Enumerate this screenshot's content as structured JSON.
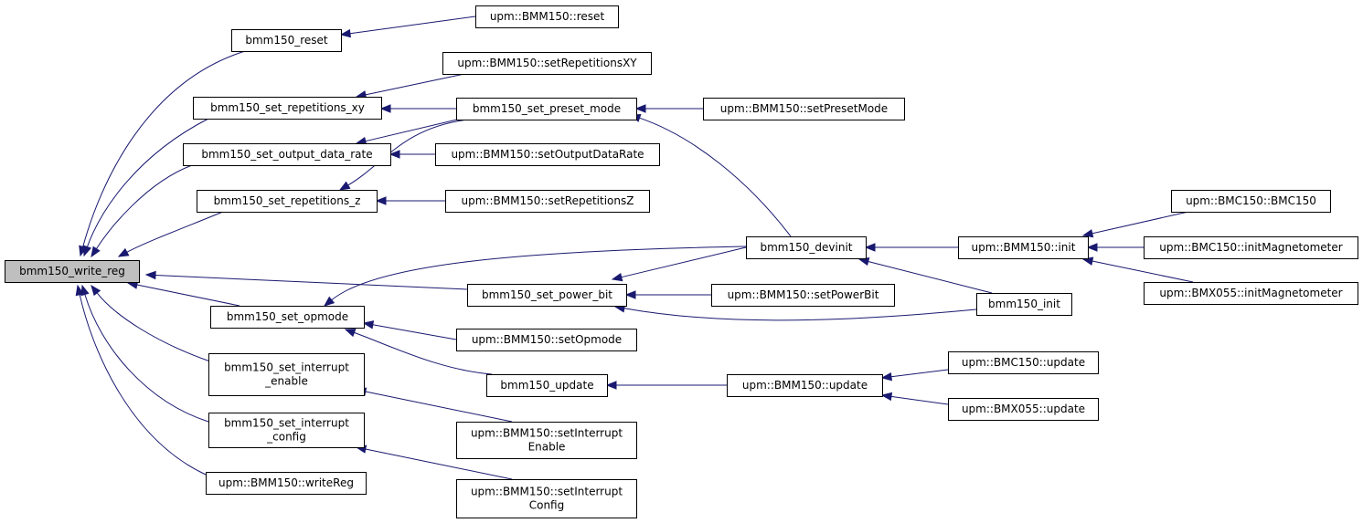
{
  "graph": {
    "title": "",
    "colors": {
      "edge": "#191970",
      "node_border": "#000000",
      "root_fill": "#bfbfbf",
      "node_fill": "#ffffff"
    },
    "nodes": [
      {
        "id": "write_reg",
        "lines": [
          "bmm150_write_reg"
        ],
        "root": true
      },
      {
        "id": "reset",
        "lines": [
          "bmm150_reset"
        ]
      },
      {
        "id": "upm_reset",
        "lines": [
          "upm::BMM150::reset"
        ]
      },
      {
        "id": "set_rep_xy",
        "lines": [
          "bmm150_set_repetitions_xy"
        ]
      },
      {
        "id": "upm_set_rep_xy",
        "lines": [
          "upm::BMM150::setRepetitionsXY"
        ]
      },
      {
        "id": "set_preset",
        "lines": [
          "bmm150_set_preset_mode"
        ]
      },
      {
        "id": "upm_set_preset",
        "lines": [
          "upm::BMM150::setPresetMode"
        ]
      },
      {
        "id": "set_odr",
        "lines": [
          "bmm150_set_output_data_rate"
        ]
      },
      {
        "id": "upm_set_odr",
        "lines": [
          "upm::BMM150::setOutputDataRate"
        ]
      },
      {
        "id": "set_rep_z",
        "lines": [
          "bmm150_set_repetitions_z"
        ]
      },
      {
        "id": "upm_set_rep_z",
        "lines": [
          "upm::BMM150::setRepetitionsZ"
        ]
      },
      {
        "id": "devinit",
        "lines": [
          "bmm150_devinit"
        ]
      },
      {
        "id": "upm_init",
        "lines": [
          "upm::BMM150::init"
        ]
      },
      {
        "id": "bmc_ctor",
        "lines": [
          "upm::BMC150::BMC150"
        ]
      },
      {
        "id": "bmc_initmag",
        "lines": [
          "upm::BMC150::initMagnetometer"
        ]
      },
      {
        "id": "bmx_initmag",
        "lines": [
          "upm::BMX055::initMagnetometer"
        ]
      },
      {
        "id": "set_power",
        "lines": [
          "bmm150_set_power_bit"
        ]
      },
      {
        "id": "upm_set_power",
        "lines": [
          "upm::BMM150::setPowerBit"
        ]
      },
      {
        "id": "init",
        "lines": [
          "bmm150_init"
        ]
      },
      {
        "id": "set_opmode",
        "lines": [
          "bmm150_set_opmode"
        ]
      },
      {
        "id": "upm_set_opmode",
        "lines": [
          "upm::BMM150::setOpmode"
        ]
      },
      {
        "id": "update",
        "lines": [
          "bmm150_update"
        ]
      },
      {
        "id": "upm_update",
        "lines": [
          "upm::BMM150::update"
        ]
      },
      {
        "id": "bmc_update",
        "lines": [
          "upm::BMC150::update"
        ]
      },
      {
        "id": "bmx_update",
        "lines": [
          "upm::BMX055::update"
        ]
      },
      {
        "id": "set_int_en",
        "lines": [
          "bmm150_set_interrupt",
          "_enable"
        ]
      },
      {
        "id": "upm_set_int_en",
        "lines": [
          "upm::BMM150::setInterrupt",
          "Enable"
        ]
      },
      {
        "id": "set_int_cfg",
        "lines": [
          "bmm150_set_interrupt",
          "_config"
        ]
      },
      {
        "id": "upm_set_int_cfg",
        "lines": [
          "upm::BMM150::setInterrupt",
          "Config"
        ]
      },
      {
        "id": "upm_writereg",
        "lines": [
          "upm::BMM150::writeReg"
        ]
      }
    ],
    "edges": [
      {
        "from": "reset",
        "to": "write_reg"
      },
      {
        "from": "set_rep_xy",
        "to": "write_reg"
      },
      {
        "from": "set_odr",
        "to": "write_reg"
      },
      {
        "from": "set_rep_z",
        "to": "write_reg"
      },
      {
        "from": "set_power",
        "to": "write_reg"
      },
      {
        "from": "set_opmode",
        "to": "write_reg"
      },
      {
        "from": "set_int_en",
        "to": "write_reg"
      },
      {
        "from": "set_int_cfg",
        "to": "write_reg"
      },
      {
        "from": "upm_writereg",
        "to": "write_reg"
      },
      {
        "from": "upm_reset",
        "to": "reset"
      },
      {
        "from": "upm_set_rep_xy",
        "to": "set_rep_xy"
      },
      {
        "from": "set_preset",
        "to": "set_rep_xy"
      },
      {
        "from": "set_preset",
        "to": "set_odr"
      },
      {
        "from": "set_preset",
        "to": "set_rep_z"
      },
      {
        "from": "upm_set_odr",
        "to": "set_odr"
      },
      {
        "from": "upm_set_rep_z",
        "to": "set_rep_z"
      },
      {
        "from": "upm_set_preset",
        "to": "set_preset"
      },
      {
        "from": "devinit",
        "to": "set_preset"
      },
      {
        "from": "devinit",
        "to": "set_power"
      },
      {
        "from": "devinit",
        "to": "set_opmode"
      },
      {
        "from": "upm_init",
        "to": "devinit"
      },
      {
        "from": "init",
        "to": "devinit"
      },
      {
        "from": "bmc_ctor",
        "to": "upm_init"
      },
      {
        "from": "bmc_initmag",
        "to": "upm_init"
      },
      {
        "from": "bmx_initmag",
        "to": "upm_init"
      },
      {
        "from": "upm_set_power",
        "to": "set_power"
      },
      {
        "from": "init",
        "to": "set_power"
      },
      {
        "from": "upm_set_opmode",
        "to": "set_opmode"
      },
      {
        "from": "update",
        "to": "set_opmode"
      },
      {
        "from": "upm_update",
        "to": "update"
      },
      {
        "from": "bmc_update",
        "to": "upm_update"
      },
      {
        "from": "bmx_update",
        "to": "upm_update"
      },
      {
        "from": "upm_set_int_en",
        "to": "set_int_en"
      },
      {
        "from": "upm_set_int_cfg",
        "to": "set_int_cfg"
      }
    ]
  }
}
